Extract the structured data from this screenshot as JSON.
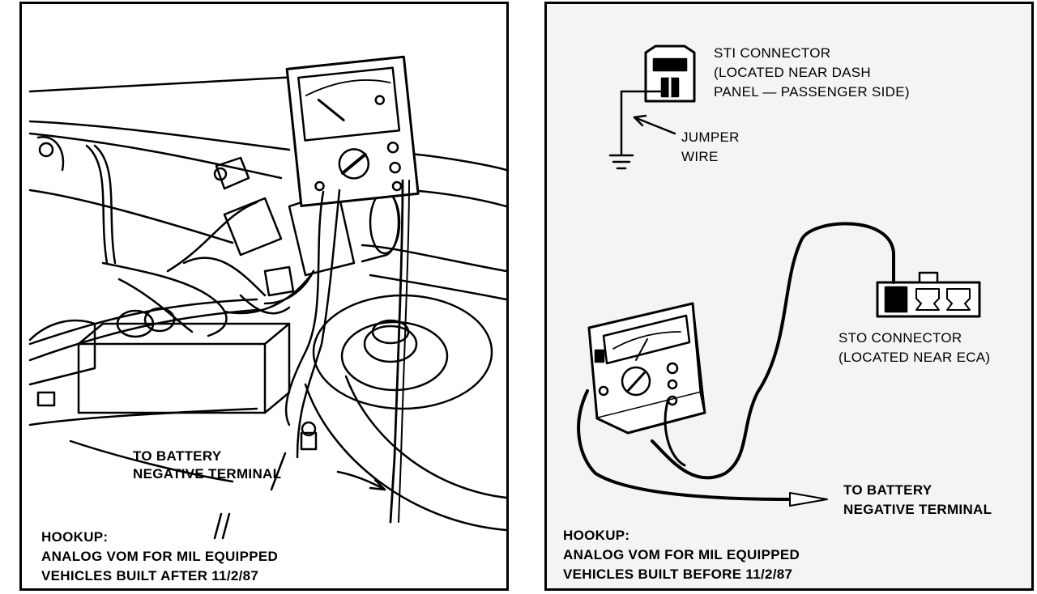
{
  "left_panel": {
    "battery_label_line1": "TO BATTERY",
    "battery_label_line2": "NEGATIVE TERMINAL",
    "caption_line1": "HOOKUP:",
    "caption_line2": "ANALOG VOM FOR MIL EQUIPPED",
    "caption_line3": "VEHICLES BUILT AFTER 11/2/87"
  },
  "right_panel": {
    "sti_line1": "STI CONNECTOR",
    "sti_line2": "(LOCATED NEAR DASH",
    "sti_line3": "PANEL — PASSENGER SIDE)",
    "jumper_line1": "JUMPER",
    "jumper_line2": "WIRE",
    "sto_line1": "STO CONNECTOR",
    "sto_line2": "(LOCATED NEAR ECA)",
    "battery_label_line1": "TO BATTERY",
    "battery_label_line2": "NEGATIVE TERMINAL",
    "caption_line1": "HOOKUP:",
    "caption_line2": "ANALOG VOM FOR MIL EQUIPPED",
    "caption_line3": "VEHICLES BUILT BEFORE 11/2/87"
  },
  "colors": {
    "ink": "#000000",
    "paper": "#ffffff",
    "halftone": "#f4f4f4"
  }
}
